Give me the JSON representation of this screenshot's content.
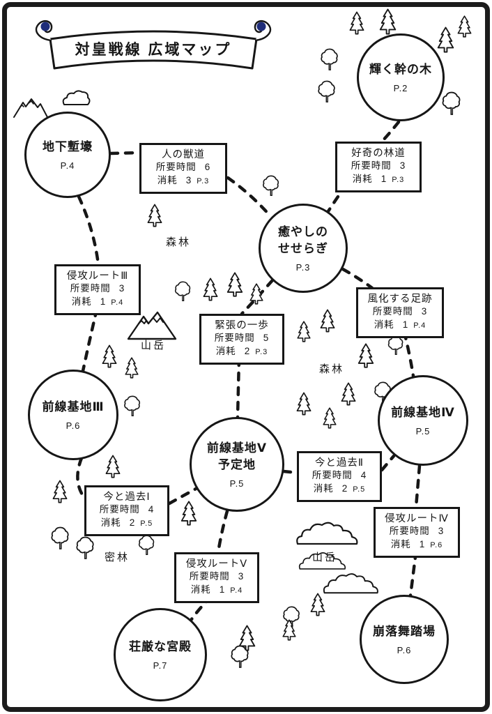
{
  "page": {
    "title": "対皇戦線 広域マップ"
  },
  "colors": {
    "ink": "#161616",
    "paper": "#ffffff",
    "scroll_accent": "#1f2d7a"
  },
  "nodes": [
    {
      "line1": "地下塹壕",
      "line2": "",
      "page": "P.4"
    },
    {
      "line1": "輝く幹の木",
      "line2": "",
      "page": "P.2"
    },
    {
      "line1": "癒やしの",
      "line2": "せせらぎ",
      "page": "P.3"
    },
    {
      "line1": "前線基地Ⅲ",
      "line2": "",
      "page": "P.6"
    },
    {
      "line1": "前線基地Ⅳ",
      "line2": "",
      "page": "P.5"
    },
    {
      "line1": "前線基地Ⅴ",
      "line2": "予定地",
      "page": "P.5"
    },
    {
      "line1": "荘厳な宮殿",
      "line2": "",
      "page": "P.7"
    },
    {
      "line1": "崩落舞踏場",
      "line2": "",
      "page": "P.6"
    }
  ],
  "routes": [
    {
      "name": "人の獣道",
      "time_label": "所要時間",
      "time": "6",
      "cost_label": "消耗",
      "cost": "3",
      "page": "P.3"
    },
    {
      "name": "好奇の林道",
      "time_label": "所要時間",
      "time": "3",
      "cost_label": "消耗",
      "cost": "1",
      "page": "P.3"
    },
    {
      "name": "侵攻ルートⅢ",
      "time_label": "所要時間",
      "time": "3",
      "cost_label": "消耗",
      "cost": "1",
      "page": "P.4"
    },
    {
      "name": "緊張の一歩",
      "time_label": "所要時間",
      "time": "5",
      "cost_label": "消耗",
      "cost": "2",
      "page": "P.3"
    },
    {
      "name": "風化する足跡",
      "time_label": "所要時間",
      "time": "3",
      "cost_label": "消耗",
      "cost": "1",
      "page": "P.4"
    },
    {
      "name": "今と過去Ⅱ",
      "time_label": "所要時間",
      "time": "4",
      "cost_label": "消耗",
      "cost": "2",
      "page": "P.5"
    },
    {
      "name": "今と過去Ⅰ",
      "time_label": "所要時間",
      "time": "4",
      "cost_label": "消耗",
      "cost": "2",
      "page": "P.5"
    },
    {
      "name": "侵攻ルートⅣ",
      "time_label": "所要時間",
      "time": "3",
      "cost_label": "消耗",
      "cost": "1",
      "page": "P.6"
    },
    {
      "name": "侵攻ルートⅤ",
      "time_label": "所要時間",
      "time": "3",
      "cost_label": "消耗",
      "cost": "1",
      "page": "P.4"
    }
  ],
  "terrain_labels": [
    {
      "text": "森林"
    },
    {
      "text": "山岳"
    },
    {
      "text": "森林"
    },
    {
      "text": "密林"
    },
    {
      "text": "山岳"
    }
  ]
}
